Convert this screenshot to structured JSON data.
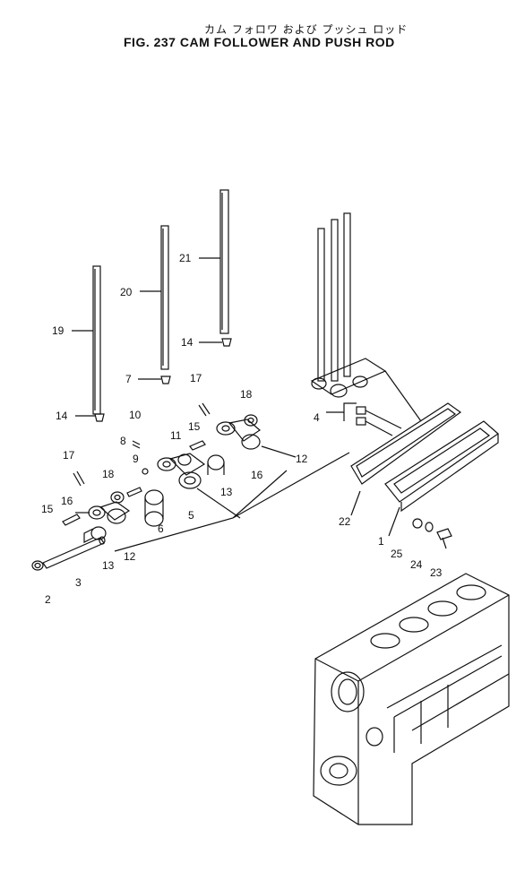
{
  "title": {
    "japanese": "カム フォロワ および プッシュ ロッド",
    "english": "FIG. 237  CAM FOLLOWER AND PUSH ROD"
  },
  "callouts": [
    "19",
    "20",
    "21",
    "7",
    "14",
    "14",
    "17",
    "10",
    "8",
    "9",
    "11",
    "15",
    "17",
    "18",
    "18",
    "16",
    "15",
    "16",
    "12",
    "12",
    "13",
    "13",
    "6",
    "5",
    "3",
    "2",
    "4",
    "22",
    "1",
    "25",
    "24",
    "23"
  ]
}
